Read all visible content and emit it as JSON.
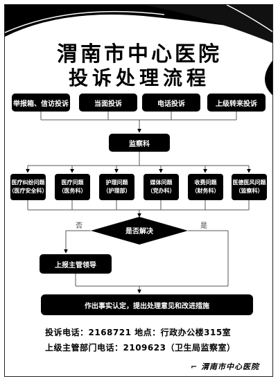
{
  "title": {
    "line1": "渭南市中心医院",
    "line2": "投诉处理流程"
  },
  "sources": [
    {
      "label": "举报箱、信访投诉"
    },
    {
      "label": "当面投诉"
    },
    {
      "label": "电话投诉"
    },
    {
      "label": "上级转来投诉"
    }
  ],
  "center": {
    "label": "监察科"
  },
  "departments": [
    {
      "label": "医疗纠纷问题",
      "office": "（医疗安全科）"
    },
    {
      "label": "医疗问题",
      "office": "（医务科）"
    },
    {
      "label": "护理问题",
      "office": "（护理部）"
    },
    {
      "label": "媒体问题",
      "office": "（党办科）"
    },
    {
      "label": "收费问题",
      "office": "（财务科）"
    },
    {
      "label": "医德医风问题",
      "office": "（监察科）"
    }
  ],
  "decision": {
    "label": "是否解决",
    "no": "否",
    "yes": "是"
  },
  "escalate": {
    "label": "上报主管领导"
  },
  "final": {
    "label": "作出事实认定，提出处理意见和改进措施"
  },
  "contact": {
    "line1": "投诉电话：2168721    地点：行政办公楼315室",
    "line2": "上级主管部门电话：2109623（卫生局监察室）"
  },
  "signature": "渭南市中心医院"
}
